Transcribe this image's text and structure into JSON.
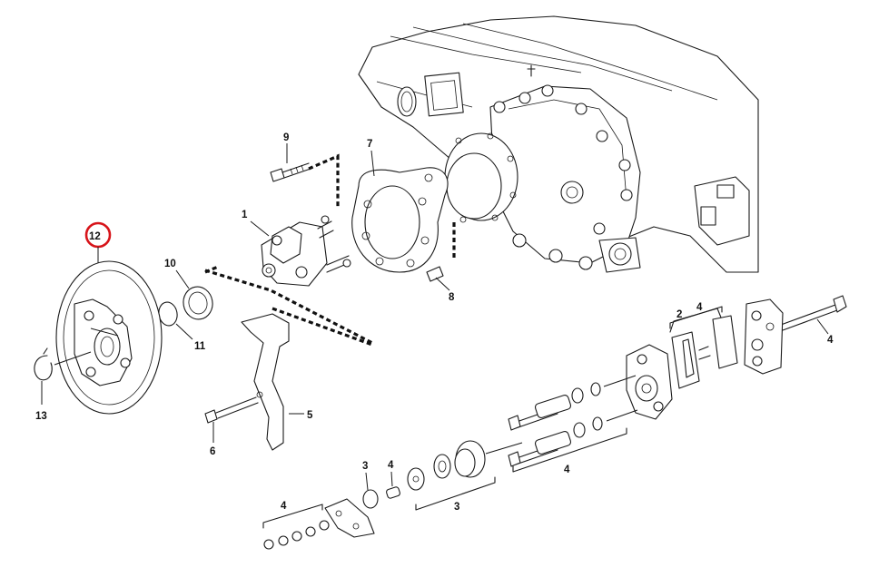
{
  "diagram": {
    "highlighted_part": "12",
    "callouts": {
      "c1": "1",
      "c2": "2",
      "c3a": "3",
      "c3b": "3",
      "c4a": "4",
      "c4b": "4",
      "c4c": "4",
      "c4d": "4",
      "c4e": "4",
      "c5": "5",
      "c6": "6",
      "c7": "7",
      "c8": "8",
      "c9": "9",
      "c10": "10",
      "c11": "11",
      "c12": "12",
      "c13": "13"
    },
    "colors": {
      "highlight": "#d7141a",
      "line": "#1a1a1a"
    }
  }
}
